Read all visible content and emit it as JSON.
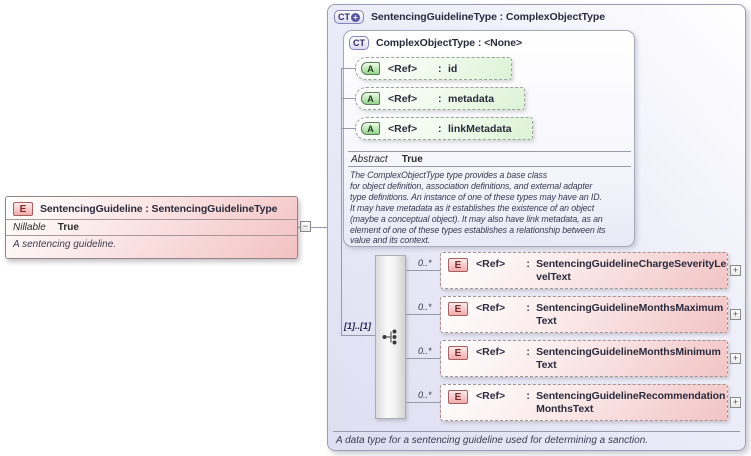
{
  "glyphs": {
    "colon": ":",
    "plus": "+",
    "minus": "−"
  },
  "element_box": {
    "icon": "E",
    "title": "SentencingGuideline : SentencingGuidelineType",
    "property_label": "Nillable",
    "property_value": "True",
    "annotation": "A sentencing guideline."
  },
  "type_box": {
    "icon": "CT",
    "title": "SentencingGuidelineType : ComplexObjectType",
    "annotation": "A data type for a sentencing guideline used for determining a sanction.",
    "base": {
      "icon": "CT",
      "title": "ComplexObjectType : <None>",
      "attributes": [
        {
          "icon": "A",
          "ref": "<Ref>",
          "name": "id"
        },
        {
          "icon": "A",
          "ref": "<Ref>",
          "name": "metadata"
        },
        {
          "icon": "A",
          "ref": "<Ref>",
          "name": "linkMetadata"
        }
      ],
      "property_label": "Abstract",
      "property_value": "True",
      "annotation": "The ComplexObjectType type provides a base class\nfor object definition, association definitions, and external adapter\ntype definitions. An instance of one of these types may have an ID.\nIt may have metadata as it establishes the existence of an object\n(maybe a conceptual object). It may also have link metadata, as an\nelement of one of these types establishes a relationship between its\nvalue and its context."
    },
    "sequence": {
      "cardinality": "[1]..[1]"
    },
    "elements": [
      {
        "cardinality": "0..*",
        "icon": "E",
        "ref": "<Ref>",
        "name": "SentencingGuidelineChargeSeverityLevelText"
      },
      {
        "cardinality": "0..*",
        "icon": "E",
        "ref": "<Ref>",
        "name": "SentencingGuidelineMonthsMaximumText"
      },
      {
        "cardinality": "0..*",
        "icon": "E",
        "ref": "<Ref>",
        "name": "SentencingGuidelineMonthsMinimumText"
      },
      {
        "cardinality": "0..*",
        "icon": "E",
        "ref": "<Ref>",
        "name": "SentencingGuidelineRecommendationMonthsText"
      }
    ]
  },
  "colors": {
    "panel_lavender": "#dedef2",
    "attr_green": "#dcf3d6",
    "elem_pink": "#f2c4c4",
    "icon_purple": "#5656a0",
    "connector_gray": "#9898a8"
  }
}
